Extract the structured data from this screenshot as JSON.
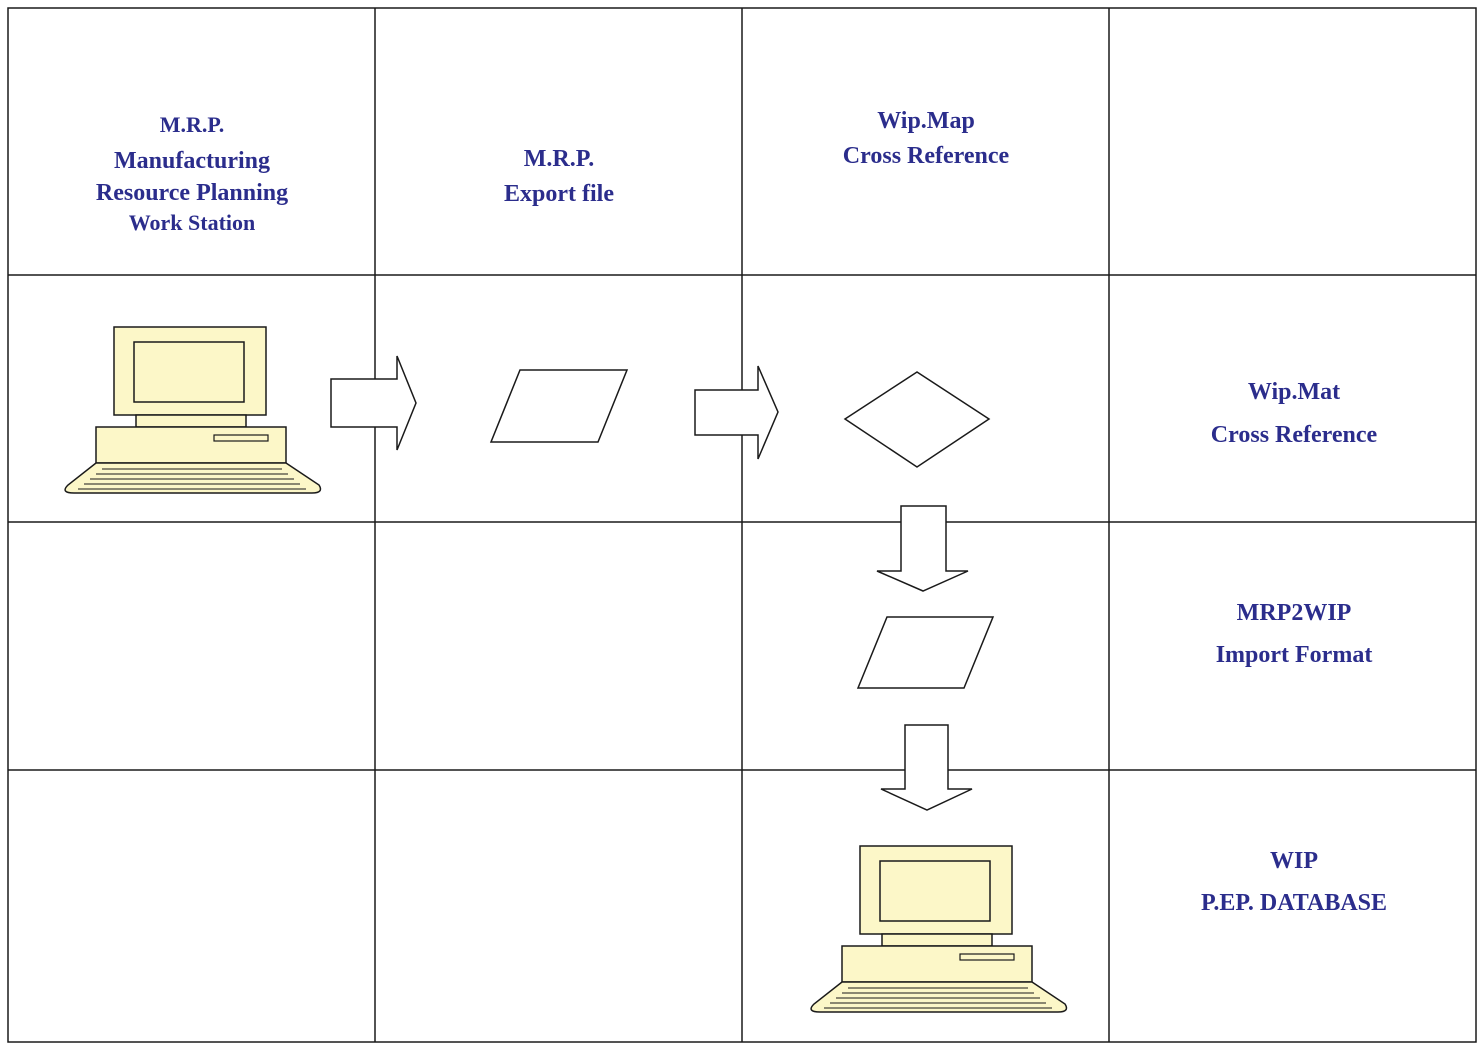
{
  "colors": {
    "text": "#2b2d8c",
    "grid": "#1a1a1a",
    "computer_fill": "#fcf7c8",
    "shape_fill": "#ffffff"
  },
  "labels": {
    "mrp_workstation": {
      "line1": "M.R.P.",
      "line2": "Manufacturing",
      "line3": "Resource Planning",
      "line4": "Work Station"
    },
    "mrp_export": {
      "line1": "M.R.P.",
      "line2": "Export file"
    },
    "wip_map": {
      "line1": "Wip.Map",
      "line2": "Cross Reference"
    },
    "wip_mat": {
      "line1": "Wip.Mat",
      "line2": "Cross Reference"
    },
    "mrp2wip": {
      "line1": "MRP2WIP",
      "line2": "Import Format"
    },
    "wip_db": {
      "line1": "WIP",
      "line2": "P.EP. DATABASE"
    }
  },
  "icons": [
    "computer-icon",
    "arrow-right-icon",
    "parallelogram-data-icon",
    "diamond-decision-icon",
    "arrow-down-icon"
  ]
}
